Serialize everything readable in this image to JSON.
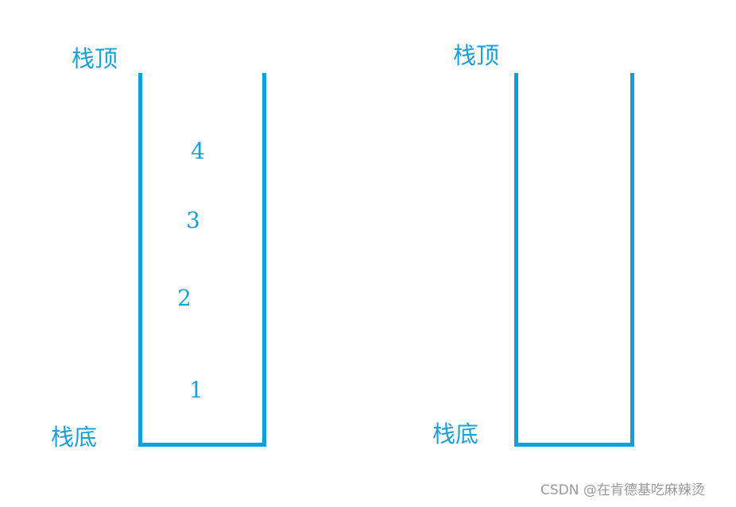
{
  "diagram": {
    "title": "",
    "stacks": [
      {
        "id": "left",
        "top_label": "栈顶",
        "bottom_label": "栈底",
        "elements": [
          "1",
          "2",
          "3",
          "4"
        ]
      },
      {
        "id": "right",
        "top_label": "栈顶",
        "bottom_label": "栈底",
        "elements": []
      }
    ],
    "colors": {
      "stack_wall": "#0aa0dc",
      "text": "#1b9fd6",
      "watermark": "#9a9a9a"
    }
  },
  "watermark": "CSDN @在肯德基吃麻辣烫"
}
